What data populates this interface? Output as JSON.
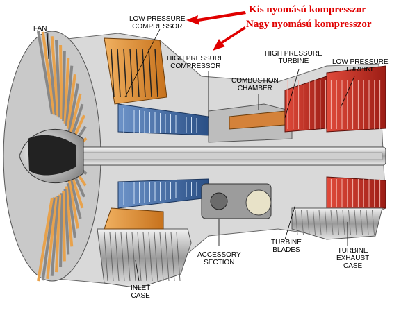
{
  "labels": {
    "fan": [
      "FAN"
    ],
    "low_pressure_compressor": [
      "LOW PRESSURE",
      "COMPRESSOR"
    ],
    "high_pressure_compressor": [
      "HIGH PRESSURE",
      "COMPRESSOR"
    ],
    "combustion_chamber": [
      "COMBUSTION",
      "CHAMBER"
    ],
    "high_pressure_turbine": [
      "HIGH PRESSURE",
      "TURBINE"
    ],
    "low_pressure_turbine": [
      "LOW PRESSURE",
      "TURBINE"
    ],
    "accessory_section": [
      "ACCESSORY",
      "SECTION"
    ],
    "turbine_blades": [
      "TURBINE",
      "BLADES"
    ],
    "turbine_exhaust_case": [
      "TURBINE",
      "EXHAUST",
      "CASE"
    ],
    "inlet_case": [
      "INLET",
      "CASE"
    ]
  },
  "annotations": {
    "kis": "Kis nyomású kompresszor",
    "nagy": "Nagy nyomású kompresszor"
  },
  "colors": {
    "annotation_red": "#e00000",
    "fan_orange": "#d98a2b",
    "compressor_blue": "#2f5f9e",
    "turbine_red": "#c8281e"
  }
}
